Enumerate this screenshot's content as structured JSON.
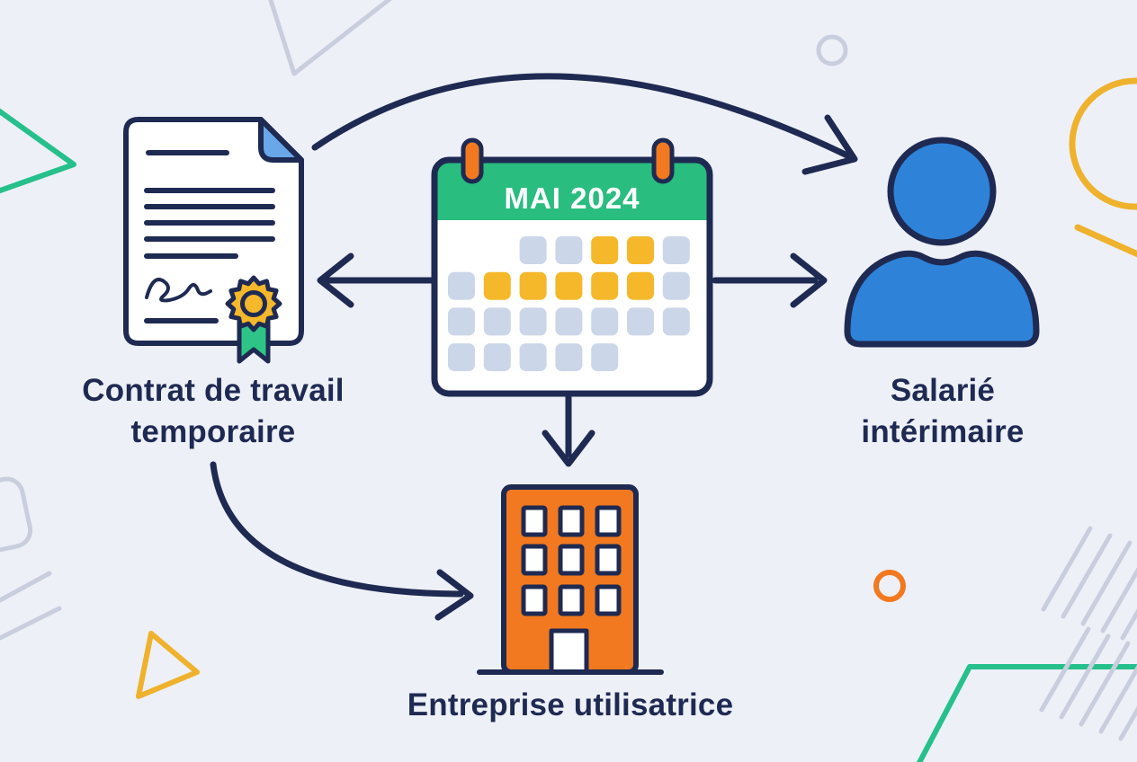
{
  "labels": {
    "contract": {
      "line1": "Contrat de travail",
      "line2": "temporaire"
    },
    "worker": {
      "line1": "Salarié",
      "line2": "intérimaire"
    },
    "company": {
      "text": "Entreprise utilisatrice"
    }
  },
  "calendar": {
    "month_label": "MAI 2024",
    "grid": [
      [
        "",
        "",
        "plain",
        "plain",
        "highlight",
        "highlight",
        "plain"
      ],
      [
        "plain",
        "highlight",
        "highlight",
        "highlight",
        "highlight",
        "highlight",
        "plain"
      ],
      [
        "plain",
        "plain",
        "plain",
        "plain",
        "plain",
        "plain",
        "plain"
      ],
      [
        "plain",
        "plain",
        "plain",
        "plain",
        "plain",
        "",
        ""
      ]
    ]
  },
  "icons": {
    "contract": "document-seal-icon",
    "calendar": "calendar-icon",
    "worker": "person-icon",
    "company": "building-icon"
  },
  "colors": {
    "bg": "#eef0f7",
    "navy": "#1e2a52",
    "blue": "#2e82d8",
    "blue_light": "#6aa7e8",
    "green": "#29bd7f",
    "green_ribbon": "#2ec487",
    "green_decor": "#25c08b",
    "yellow": "#f5b82a",
    "yellow_decor": "#efb22d",
    "orange": "#f2791f",
    "day_plain": "#ccd6e9",
    "day_highlight": "#f5b82a",
    "gray_decor": "#c9cede",
    "white": "#ffffff"
  }
}
